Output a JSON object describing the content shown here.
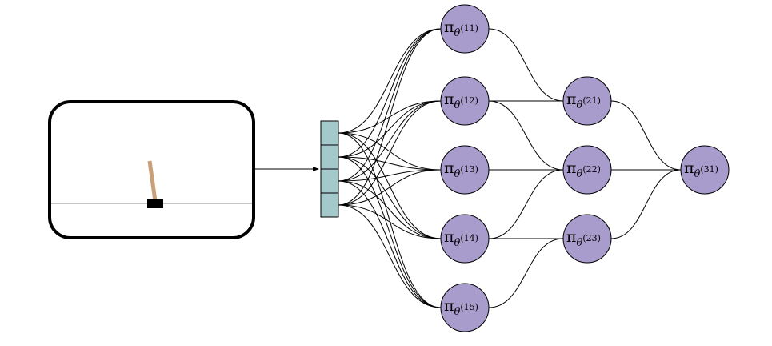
{
  "policy_symbol": "π",
  "theta_symbol": "θ",
  "nodes": [
    {
      "id": "n11",
      "sup": "(11)"
    },
    {
      "id": "n12",
      "sup": "(12)"
    },
    {
      "id": "n13",
      "sup": "(13)"
    },
    {
      "id": "n14",
      "sup": "(14)"
    },
    {
      "id": "n15",
      "sup": "(15)"
    },
    {
      "id": "n21",
      "sup": "(21)"
    },
    {
      "id": "n22",
      "sup": "(22)"
    },
    {
      "id": "n23",
      "sup": "(23)"
    },
    {
      "id": "n31",
      "sup": "(31)"
    }
  ],
  "state_cells": 4,
  "edges": [
    [
      "s0",
      "n11"
    ],
    [
      "s0",
      "n12"
    ],
    [
      "s0",
      "n13"
    ],
    [
      "s0",
      "n14"
    ],
    [
      "s0",
      "n15"
    ],
    [
      "s1",
      "n11"
    ],
    [
      "s1",
      "n12"
    ],
    [
      "s1",
      "n13"
    ],
    [
      "s1",
      "n14"
    ],
    [
      "s1",
      "n15"
    ],
    [
      "s2",
      "n11"
    ],
    [
      "s2",
      "n12"
    ],
    [
      "s2",
      "n13"
    ],
    [
      "s2",
      "n14"
    ],
    [
      "s2",
      "n15"
    ],
    [
      "s3",
      "n11"
    ],
    [
      "s3",
      "n12"
    ],
    [
      "s3",
      "n13"
    ],
    [
      "s3",
      "n14"
    ],
    [
      "s3",
      "n15"
    ],
    [
      "n11",
      "n21"
    ],
    [
      "n12",
      "n21"
    ],
    [
      "n12",
      "n22"
    ],
    [
      "n13",
      "n22"
    ],
    [
      "n14",
      "n22"
    ],
    [
      "n14",
      "n23"
    ],
    [
      "n15",
      "n23"
    ],
    [
      "n21",
      "n31"
    ],
    [
      "n22",
      "n31"
    ],
    [
      "n23",
      "n31"
    ]
  ],
  "colors": {
    "node_fill": "#a89ccc",
    "state_fill": "#a4c9cb",
    "pole": "#c9a078",
    "cart": "#000000"
  }
}
